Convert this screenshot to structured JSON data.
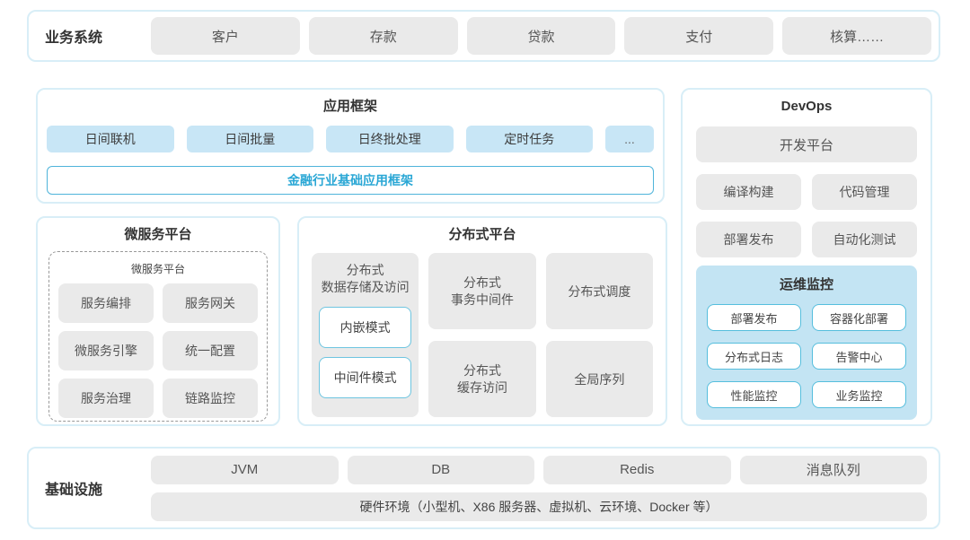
{
  "colors": {
    "accent_blue_text": "#2aa7d5",
    "chip_blue": "#c8e6f6",
    "monitoring_bg": "#c3e4f3",
    "panel_border": "#d8eef7",
    "box_gray": "#eaeaea",
    "white_box_border": "#55bedd"
  },
  "business": {
    "label": "业务系统",
    "items": [
      "客户",
      "存款",
      "贷款",
      "支付",
      "核算……"
    ]
  },
  "app_framework": {
    "title": "应用框架",
    "items": [
      "日间联机",
      "日间批量",
      "日终批处理",
      "定时任务",
      "..."
    ],
    "base": "金融行业基础应用框架"
  },
  "microservice": {
    "title": "微服务平台",
    "inner_title": "微服务平台",
    "items": [
      "服务编排",
      "服务网关",
      "微服务引擎",
      "统一配置",
      "服务治理",
      "链路监控"
    ]
  },
  "distributed": {
    "title": "分布式平台",
    "storage": {
      "label": "分布式\n数据存储及访问",
      "modes": [
        "内嵌模式",
        "中间件模式"
      ]
    },
    "items": [
      "分布式\n事务中间件",
      "分布式调度",
      "分布式\n缓存访问",
      "全局序列"
    ]
  },
  "devops": {
    "title": "DevOps",
    "platform": "开发平台",
    "items": [
      "编译构建",
      "代码管理",
      "部署发布",
      "自动化测试"
    ],
    "monitoring": {
      "title": "运维监控",
      "items": [
        "部署发布",
        "容器化部署",
        "分布式日志",
        "告警中心",
        "性能监控",
        "业务监控"
      ]
    }
  },
  "infrastructure": {
    "label": "基础设施",
    "items": [
      "JVM",
      "DB",
      "Redis",
      "消息队列"
    ],
    "hardware": "硬件环境（小型机、X86 服务器、虚拟机、云环境、Docker 等）"
  }
}
